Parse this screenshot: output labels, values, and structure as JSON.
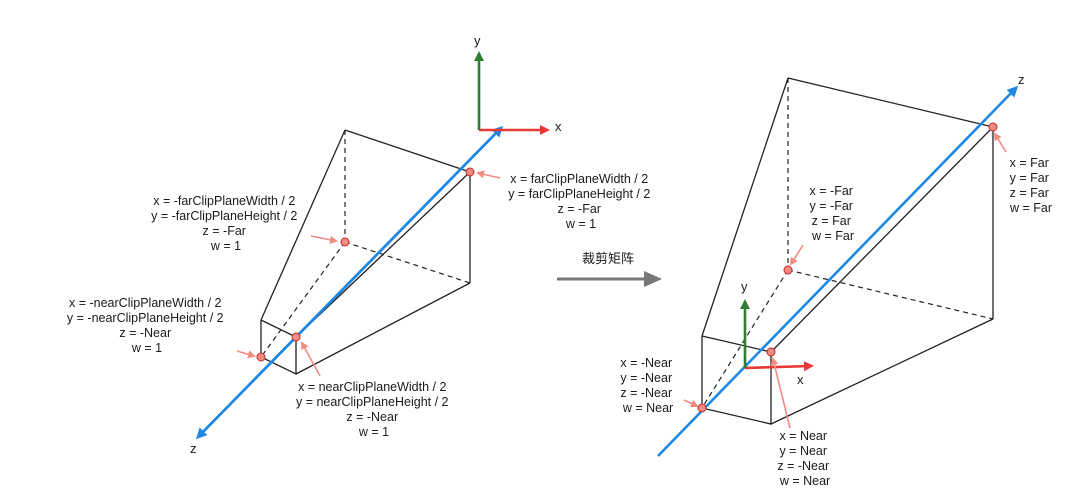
{
  "left": {
    "axes": {
      "x": "x",
      "y": "y",
      "z": "z"
    },
    "far_left_label": [
      "x = -farClipPlaneWidth / 2",
      "y = -farClipPlaneHeight / 2",
      "z = -Far",
      "w = 1"
    ],
    "far_right_label": [
      "x = farClipPlaneWidth / 2",
      "y = farClipPlaneHeight / 2",
      "z = -Far",
      "w = 1"
    ],
    "near_left_label": [
      "x = -nearClipPlaneWidth / 2",
      "y = -nearClipPlaneHeight / 2",
      "z = -Near",
      "w = 1"
    ],
    "near_right_label": [
      "x = nearClipPlaneWidth / 2",
      "y = nearClipPlaneHeight / 2",
      "z = -Near",
      "w = 1"
    ]
  },
  "transform_label": "裁剪矩阵",
  "right": {
    "axes": {
      "x": "x",
      "y": "y",
      "z": "z"
    },
    "far_inner_label": [
      "x = -Far",
      "y = -Far",
      "z = Far",
      "w = Far"
    ],
    "far_corner_label": [
      "x = Far",
      "y = Far",
      "z = Far",
      "w = Far"
    ],
    "near_left_label": [
      "x = -Near",
      "y = -Near",
      "z = -Near",
      "w = Near"
    ],
    "near_bottom_label": [
      "x = Near",
      "y = Near",
      "z = -Near",
      "w = Near"
    ]
  },
  "colors": {
    "x_axis": "#e53935",
    "y_axis": "#2e7d32",
    "z_axis": "#1e88e5",
    "pointer": "#f28b82",
    "arrow": "#777777"
  }
}
